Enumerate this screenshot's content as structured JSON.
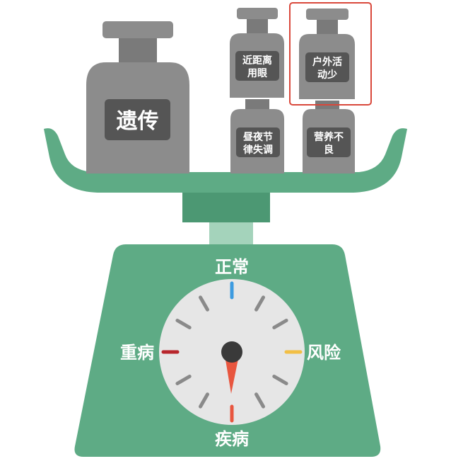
{
  "weights": {
    "genetics": "遗传",
    "near_work_line1": "近距离",
    "near_work_line2": "用眼",
    "outdoor_line1": "户外活",
    "outdoor_line2": "动少",
    "circadian_line1": "昼夜节",
    "circadian_line2": "律失调",
    "nutrition_line1": "营养不",
    "nutrition_line2": "良"
  },
  "dial": {
    "top": "正常",
    "right": "风险",
    "bottom": "疾病",
    "left": "重病"
  },
  "colors": {
    "scale_green": "#5eab85",
    "tray_green": "#5eab85",
    "weight_gray": "#8c8c8c",
    "highlight_red": "#d9483b",
    "tick_blue": "#3d9be0",
    "tick_yellow": "#f2bf45",
    "tick_red": "#e8563f",
    "tick_darkred": "#b8262c"
  }
}
